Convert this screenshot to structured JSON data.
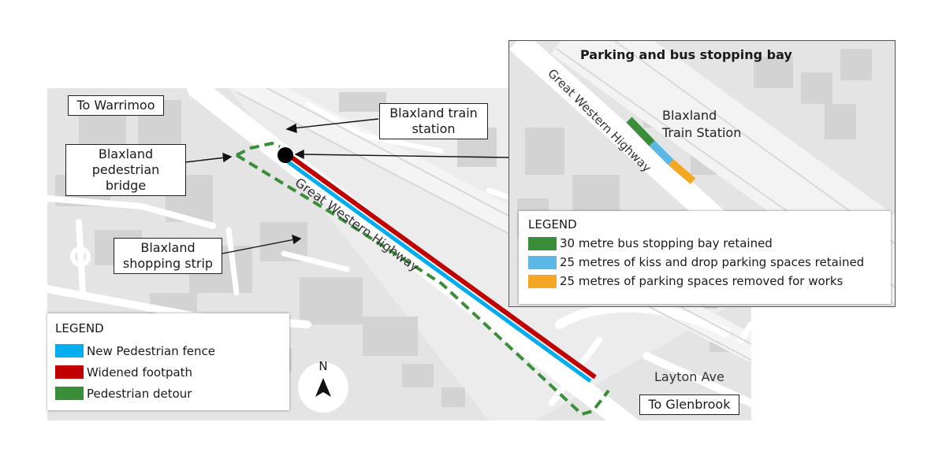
{
  "map": {
    "labels": {
      "to_warrimoo": "To Warrimoo",
      "train_station": "Blaxland train\nstation",
      "ped_bridge": "Blaxland\npedestrian bridge",
      "shopping_strip": "Blaxland\nshopping strip",
      "to_glenbrook": "To Glenbrook",
      "layton_ave": "Layton Ave",
      "highway": "Great Western Highway",
      "north": "N"
    },
    "legend": {
      "title": "LEGEND",
      "items": [
        {
          "label": "New Pedestrian fence",
          "color": "#00aeef"
        },
        {
          "label": "Widened footpath",
          "color": "#c00000"
        },
        {
          "label": "Pedestrian detour",
          "color": "#3a8e3a"
        }
      ]
    }
  },
  "inset": {
    "title": "Parking and bus stopping bay",
    "highway": "Great Western Highway",
    "station": "Blaxland\nTrain  Station",
    "legend": {
      "title": "LEGEND",
      "items": [
        {
          "label": "30 metre bus stopping bay retained",
          "color": "#3a8e3a"
        },
        {
          "label": "25 metres of kiss and drop parking spaces retained",
          "color": "#5bb8e6"
        },
        {
          "label": "25 metres of parking spaces removed for works",
          "color": "#f5a623"
        }
      ]
    }
  }
}
